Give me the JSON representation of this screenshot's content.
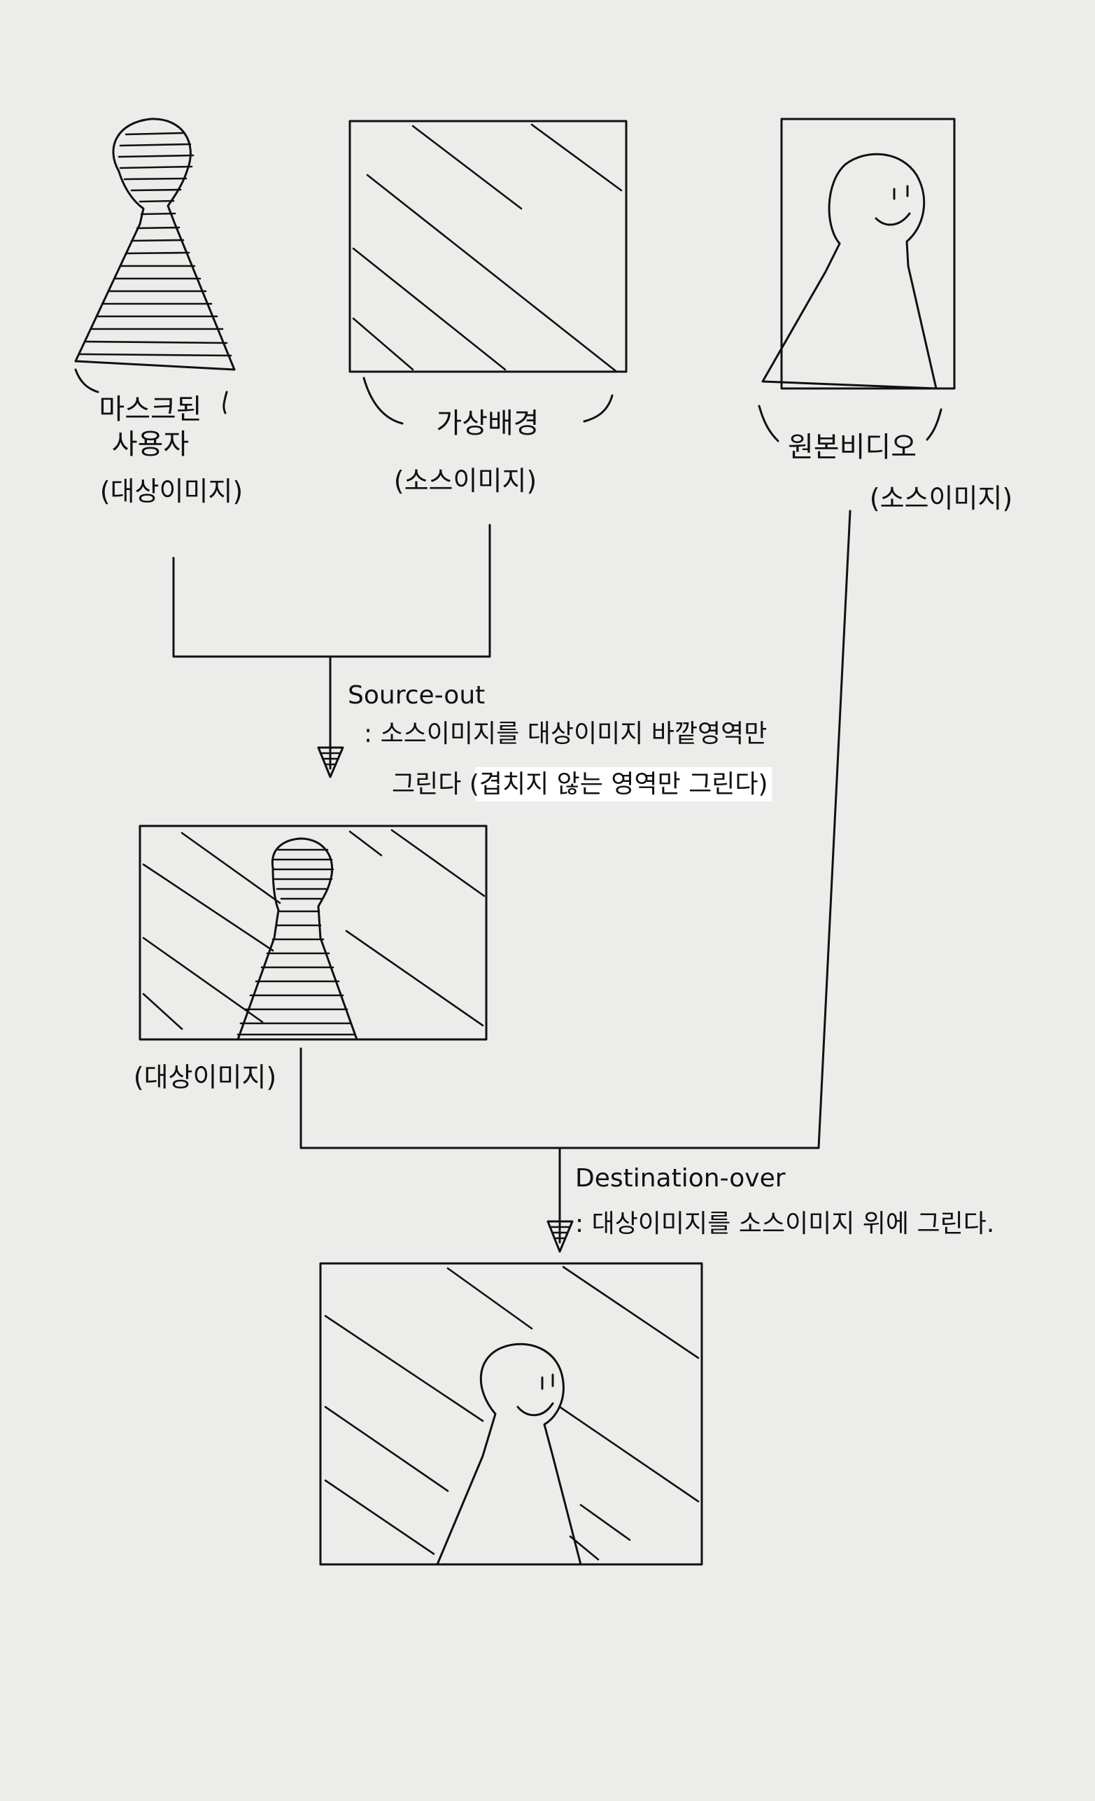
{
  "nodes": {
    "masked_user": {
      "line1": "마스크된",
      "line2": "사용자",
      "role": "(대상이미지)"
    },
    "virtual_background": {
      "name": "가상배경",
      "role": "(소스이미지)"
    },
    "original_video": {
      "name": "원본비디오",
      "role": "(소스이미지)"
    },
    "intermediate": {
      "role": "(대상이미지)"
    }
  },
  "operations": {
    "source_out": {
      "name": "Source-out",
      "desc1": ": 소스이미지를 대상이미지 바깥영역만",
      "desc2_a": "그린다 (",
      "desc2_b": "겹치지 않는 영역만 그린다)"
    },
    "destination_over": {
      "name": "Destination-over",
      "desc": ": 대상이미지를 소스이미지 위에 그린다."
    }
  },
  "colors": {
    "ink": "#111111",
    "paper": "#ececea",
    "highlight": "#ffffff"
  }
}
